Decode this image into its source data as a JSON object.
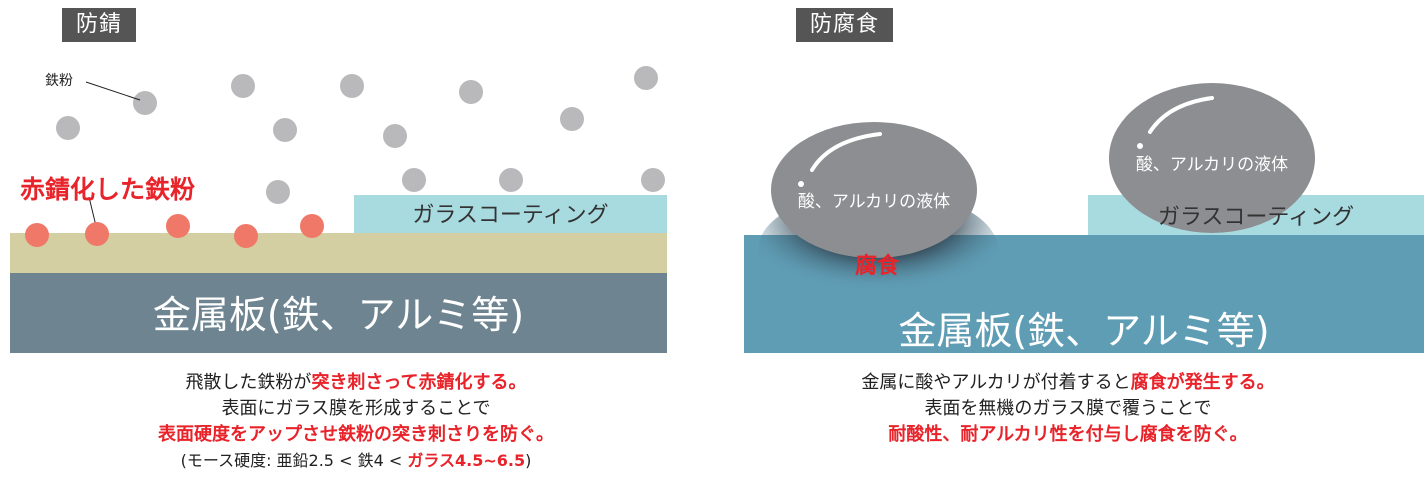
{
  "left": {
    "title": "防錆",
    "iron_powder_label": "鉄粉",
    "rusted_label": "赤錆化した鉄粉",
    "coating_label": "ガラスコーティング",
    "metal_label": "金属板(鉄、アルミ等)",
    "caption": {
      "line1_normal": "飛散した鉄粉が",
      "line1_red": "突き刺さって赤錆化する。",
      "line2": "表面にガラス膜を形成することで",
      "line3_red": "表面硬度をアップさせ鉄粉の突き刺さりを防ぐ。",
      "line4_normal": "(モース硬度: 亜鉛2.5 < 鉄4 < ",
      "line4_red": "ガラス4.5~6.5",
      "line4_end": ")"
    }
  },
  "right": {
    "title": "防腐食",
    "liquid_label_1": "酸、アルカリの液体",
    "liquid_label_2": "酸、アルカリの液体",
    "coating_label": "ガラスコーティング",
    "corrosion_label": "腐食",
    "metal_label": "金属板(鉄、アルミ等)",
    "caption": {
      "line1_normal": "金属に酸やアルカリが付着すると",
      "line1_red": "腐食が発生する。",
      "line2": "表面を無機のガラス膜で覆うことで",
      "line3_red": "耐酸性、耐アルカリ性を付与し腐食を防ぐ。"
    }
  },
  "colors": {
    "badge": "#555555",
    "coating": "#a8dbe0",
    "paint_layer": "#d4cfa3",
    "metal_left": "#6e8591",
    "metal_right": "#5f9db5",
    "powder": "#b9b9bc",
    "rust": "#f07868",
    "liquid": "#8d8e91",
    "accent_red": "#e8232a"
  }
}
